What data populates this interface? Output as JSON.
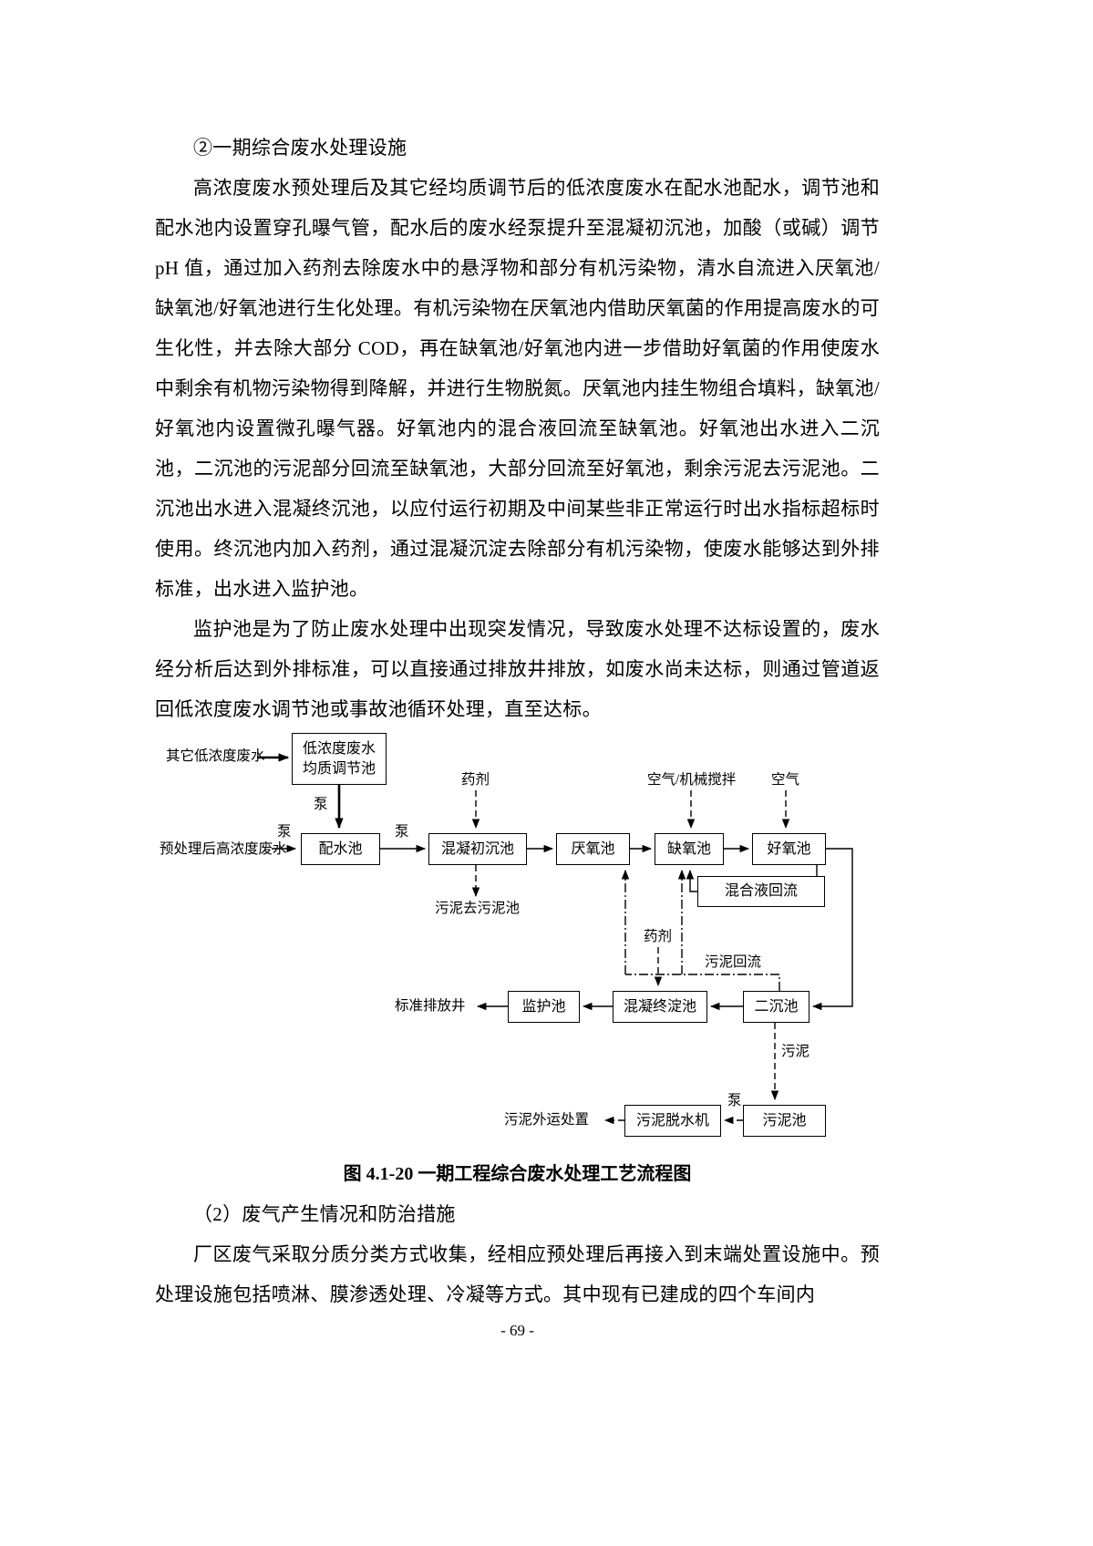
{
  "page": {
    "number": "- 69 -"
  },
  "content": {
    "heading1": "②一期综合废水处理设施",
    "para1": "高浓度废水预处理后及其它经均质调节后的低浓度废水在配水池配水，调节池和配水池内设置穿孔曝气管，配水后的废水经泵提升至混凝初沉池，加酸（或碱）调节 pH 值，通过加入药剂去除废水中的悬浮物和部分有机污染物，清水自流进入厌氧池/缺氧池/好氧池进行生化处理。有机污染物在厌氧池内借助厌氧菌的作用提高废水的可生化性，并去除大部分 COD，再在缺氧池/好氧池内进一步借助好氧菌的作用使废水中剩余有机物污染物得到降解，并进行生物脱氮。厌氧池内挂生物组合填料，缺氧池/好氧池内设置微孔曝气器。好氧池内的混合液回流至缺氧池。好氧池出水进入二沉池，二沉池的污泥部分回流至缺氧池，大部分回流至好氧池，剩余污泥去污泥池。二沉池出水进入混凝终沉池，以应付运行初期及中间某些非正常运行时出水指标超标时使用。终沉池内加入药剂，通过混凝沉淀去除部分有机污染物，使废水能够达到外排标准，出水进入监护池。",
    "para2": "监护池是为了防止废水处理中出现突发情况，导致废水处理不达标设置的，废水经分析后达到外排标准，可以直接通过排放井排放，如废水尚未达标，则通过管道返回低浓度废水调节池或事故池循环处理，直至达标。",
    "figure_caption": "图 4.1-20  一期工程综合废水处理工艺流程图",
    "heading2": "（2）废气产生情况和防治措施",
    "para3": "厂区废气采取分质分类方式收集，经相应预处理后再接入到末端处置设施中。预处理设施包括喷淋、膜渗透处理、冷凝等方式。其中现有已建成的四个车间内"
  },
  "diagram": {
    "boxes": {
      "equalization": "低浓度废水\n均质调节池",
      "distribution": "配水池",
      "coag_primary": "混凝初沉池",
      "anaerobic": "厌氧池",
      "anoxic": "缺氧池",
      "aerobic": "好氧池",
      "mixed_return": "混合液回流",
      "secondary": "二沉池",
      "coag_final": "混凝终淀池",
      "monitor": "监护池",
      "sludge_tank": "污泥池",
      "dewatering": "污泥脱水机"
    },
    "labels": {
      "other_low": "其它低浓度废水",
      "pretreated_high": "预处理后高浓度废水",
      "pump1": "泵",
      "pump2": "泵",
      "pump3": "泵",
      "pump4": "泵",
      "agent1": "药剂",
      "agent2": "药剂",
      "sludge_to_tank": "污泥去污泥池",
      "air_mech": "空气/机械搅拌",
      "air": "空气",
      "sludge_return": "污泥回流",
      "outfall": "标准排放井",
      "sludge": "污泥",
      "sludge_out": "污泥外运处置"
    }
  }
}
